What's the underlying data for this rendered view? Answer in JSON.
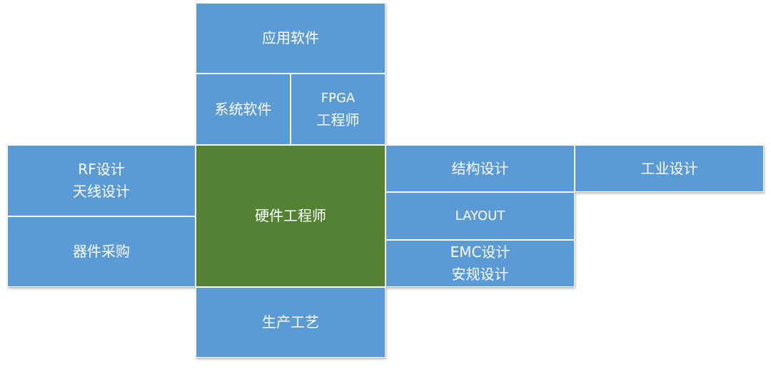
{
  "colors": {
    "box_fill": "#5b9bd5",
    "center_fill": "#548235",
    "text": "#ffffff"
  },
  "blocks": {
    "app_software": "应用软件",
    "system_software": "系统软件",
    "fpga": {
      "line1": "FPGA",
      "line2": "工程师"
    },
    "rf": {
      "line1": "RF设计",
      "line2": "天线设计"
    },
    "component_purchasing": "器件采购",
    "hardware_engineer": "硬件工程师",
    "structure_design": "结构设计",
    "industrial_design": "工业设计",
    "layout": "LAYOUT",
    "emc": {
      "line1": "EMC设计",
      "line2": "安规设计"
    },
    "production_process": "生产工艺"
  }
}
